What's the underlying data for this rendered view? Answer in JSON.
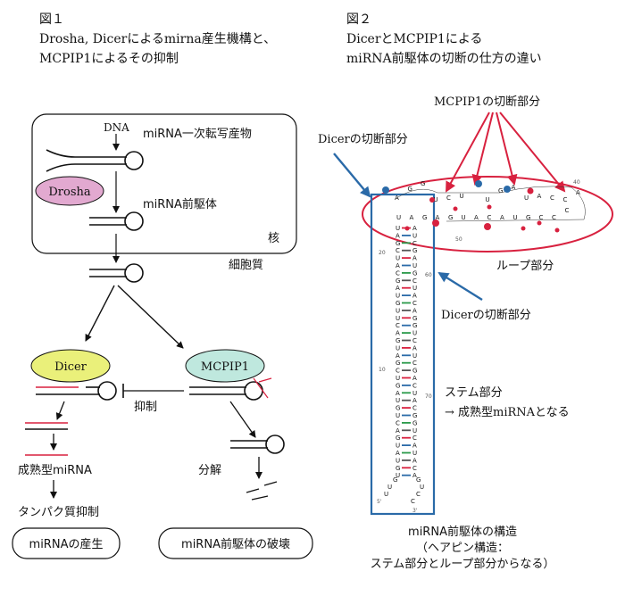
{
  "fig1": {
    "title": "図１",
    "subtitle_line1": "Drosha, Dicerによるmirna産生機構と、",
    "subtitle_line2": "MCPIP1によるその抑制",
    "labels": {
      "dna": "DNA",
      "primary_transcript": "miRNA一次転写産物",
      "drosha": "Drosha",
      "precursor": "miRNA前駆体",
      "nucleus": "核",
      "cytoplasm": "細胞質",
      "dicer": "Dicer",
      "mcpip1": "MCPIP1",
      "inhibition": "抑制",
      "mature_mirna": "成熟型miRNA",
      "degradation": "分解",
      "protein_inhibition": "タンパク質抑制",
      "mirna_production": "miRNAの産生",
      "precursor_destruction": "miRNA前駆体の破壊"
    }
  },
  "fig2": {
    "title": "図２",
    "subtitle_line1": "DicerとMCPIP1による",
    "subtitle_line2": "miRNA前駆体の切断の仕方の違い",
    "labels": {
      "mcpip1_cleavage": "MCPIP1の切断部分",
      "dicer_cleavage_top": "Dicerの切断部分",
      "loop_part": "ループ部分",
      "dicer_cleavage_bottom": "Dicerの切断部分",
      "stem_part": "ステム部分",
      "stem_arrow": "→ 成熟型miRNAとなる",
      "caption1": "miRNA前駆体の構造",
      "caption2": "（ヘアピン構造：",
      "caption3": "ステム部分とループ部分からなる）"
    },
    "numbers": {
      "n10": "10",
      "n20": "20",
      "n40": "40",
      "n50": "50",
      "n60": "60",
      "n70": "70",
      "n5": "5'",
      "n3": "3'"
    },
    "loop_top_seq": [
      "A",
      "G",
      "G",
      "U",
      "C",
      "U",
      "",
      "U",
      "G",
      "A",
      "U",
      "A",
      "C",
      "C",
      "A"
    ],
    "loop_bot_seq": [
      "U",
      "A",
      "G",
      "A",
      "G",
      "U",
      "A",
      "C",
      "A",
      "U",
      "G",
      "C",
      "C",
      "C"
    ],
    "stem_left": [
      "U",
      "A",
      "G",
      "C",
      "U",
      "A",
      "C",
      "G",
      "A",
      "U",
      "G",
      "U",
      "U",
      "C",
      "A",
      "G",
      "U",
      "A",
      "G",
      "C",
      "U",
      "G",
      "A",
      "U",
      "G",
      "U",
      "C",
      "A",
      "G",
      "U",
      "A",
      "U",
      "G",
      "U"
    ],
    "stem_right": [
      "A",
      "U",
      "C",
      "G",
      "A",
      "U",
      "G",
      "C",
      "U",
      "A",
      "C",
      "A",
      "G",
      "G",
      "U",
      "C",
      "A",
      "U",
      "C",
      "G",
      "A",
      "C",
      "U",
      "A",
      "C",
      "G",
      "G",
      "U",
      "C",
      "A",
      "U",
      "A",
      "C",
      "A"
    ],
    "colors": {
      "red": "#d8213f",
      "blue": "#2a6aa8",
      "pink_oval": "#e2a9d0",
      "yellow_oval": "#eaf07a",
      "teal_oval": "#bfe8de"
    }
  }
}
